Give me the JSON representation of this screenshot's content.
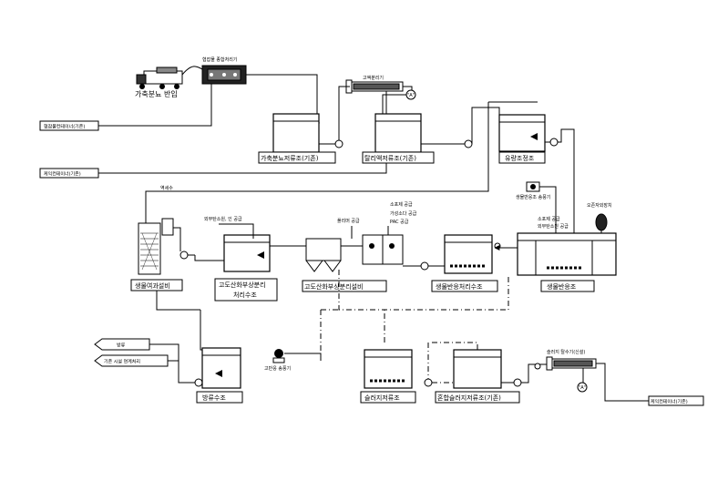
{
  "labels": {
    "livestock_input": "가축분뇨 반입",
    "solid_machine": "협잡물 종합처리기",
    "screen_container": "협잡물컨테이너(기존)",
    "cake_container_1": "케익컨테이너(기존)",
    "solid_separator": "고액분리기",
    "raw_storage": "가축분뇨저류조(기존)",
    "liquid_storage": "탈리액저류조(기존)",
    "equalization": "유량조정조",
    "return_liquid": "역세수",
    "biofilter": "생물여과설비",
    "ao_water": "고도산화부상분리\n처리수조",
    "ao_equipment": "고도산화부상분리설비",
    "bio_treated": "생물반응처리수조",
    "bio_reactor": "생물반응조",
    "external_carbon": "외부탄소원, 인 공급",
    "polymer_supply": "폴리머 공급",
    "oxidant_supply": "소포제 공급",
    "caustic_supply": "가성소다 공급",
    "pac_supply": "PAC 공급",
    "bio_oxidant_supply": "소포제 공급",
    "bio_carbon_supply": "외부탄소원 공급",
    "bio_blower": "생물반응조 송풍기",
    "ozone_generator": "오존자외장치",
    "discharge": "방류",
    "existing_link": "기존 시설 연계처리",
    "discharge_tank": "방류수조",
    "sludge_blower": "고반응 송풍기",
    "sludge_storage": "슬러지저류조",
    "mixed_sludge": "혼합슬러지저류조(기존)",
    "dewatering": "슬러지 탈수기(신설)",
    "cake_container_2": "케익컨테이너(기존)",
    "pump_a": "\"A\""
  }
}
